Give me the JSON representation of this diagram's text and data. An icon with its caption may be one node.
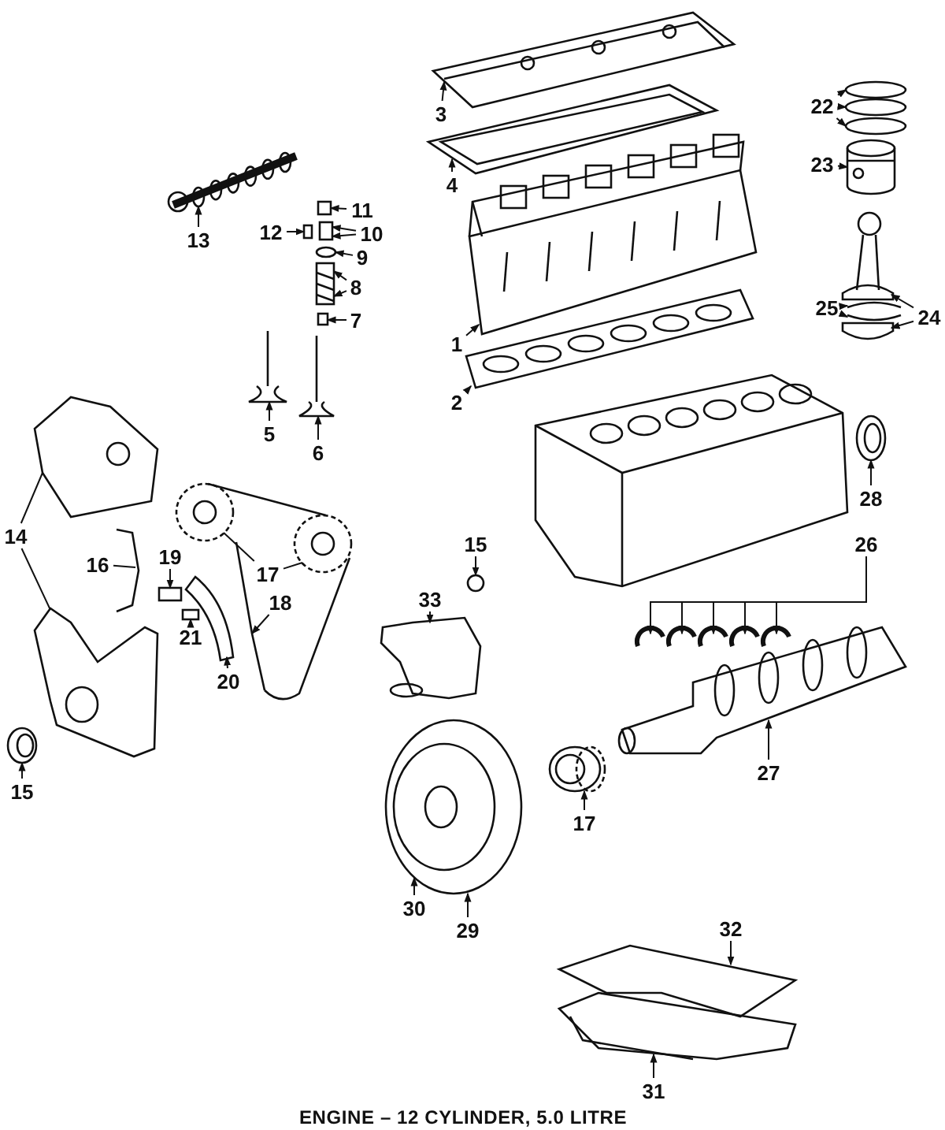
{
  "diagram": {
    "caption": "ENGINE – 12 CYLINDER, 5.0 LITRE",
    "nodes": [
      {
        "text": [
          "3"
        ]
      },
      {
        "text": [
          "22"
        ]
      },
      {
        "text": [
          "4"
        ]
      },
      {
        "text": [
          "23"
        ]
      },
      {
        "text": [
          "11"
        ]
      },
      {
        "text": [
          "12"
        ]
      },
      {
        "text": [
          "10"
        ]
      },
      {
        "text": [
          "13"
        ]
      },
      {
        "text": [
          "9"
        ]
      },
      {
        "text": [
          "8"
        ]
      },
      {
        "text": [
          "25"
        ]
      },
      {
        "text": [
          "24"
        ]
      },
      {
        "text": [
          "7"
        ]
      },
      {
        "text": [
          "1"
        ]
      },
      {
        "text": [
          "2"
        ]
      },
      {
        "text": [
          "5"
        ]
      },
      {
        "text": [
          "6"
        ]
      },
      {
        "text": [
          "28"
        ]
      },
      {
        "text": [
          "14"
        ]
      },
      {
        "text": [
          "26"
        ]
      },
      {
        "text": [
          "15"
        ]
      },
      {
        "text": [
          "19"
        ]
      },
      {
        "text": [
          "16"
        ]
      },
      {
        "text": [
          "17"
        ]
      },
      {
        "text": [
          "18"
        ]
      },
      {
        "text": [
          "33"
        ]
      },
      {
        "text": [
          "21"
        ]
      },
      {
        "text": [
          "20"
        ]
      },
      {
        "text": [
          "27"
        ]
      },
      {
        "text": [
          "15"
        ]
      },
      {
        "text": [
          "17"
        ]
      },
      {
        "text": [
          "30"
        ]
      },
      {
        "text": [
          "29"
        ]
      },
      {
        "text": [
          "32"
        ]
      },
      {
        "text": [
          "31"
        ]
      },
      {
        "text": [],
        "shape": "picture"
      },
      {
        "text": [],
        "shape": "picture"
      },
      {
        "text": [],
        "shape": "picture"
      },
      {
        "text": [],
        "shape": "picture"
      },
      {
        "text": [],
        "shape": "box"
      },
      {
        "text": [],
        "shape": "box"
      },
      {
        "text": [],
        "shape": "box"
      },
      {
        "text": [],
        "shape": "picture"
      },
      {
        "text": [],
        "shape": "circle"
      },
      {
        "text": [],
        "shape": "picture"
      },
      {
        "text": [],
        "shape": "picture"
      },
      {
        "text": [],
        "shape": "picture"
      },
      {
        "text": [],
        "shape": "box"
      },
      {
        "text": [],
        "shape": "picture"
      },
      {
        "text": [],
        "shape": "picture"
      },
      {
        "text": [],
        "shape": "picture"
      },
      {
        "text": [],
        "shape": "picture"
      },
      {
        "text": [],
        "shape": "picture"
      },
      {
        "text": [],
        "shape": "picture"
      },
      {
        "text": [],
        "shape": "picture"
      },
      {
        "text": [],
        "shape": "picture"
      },
      {
        "text": [],
        "shape": "picture"
      },
      {
        "text": [],
        "shape": "circle"
      },
      {
        "text": [],
        "shape": "box"
      },
      {
        "text": [],
        "shape": "picture"
      },
      {
        "text": [],
        "shape": "picture"
      },
      {
        "text": [],
        "shape": "picture"
      },
      {
        "text": [],
        "shape": "picture"
      },
      {
        "text": [],
        "shape": "picture"
      },
      {
        "text": [],
        "shape": "box"
      },
      {
        "text": [],
        "shape": "picture"
      },
      {
        "text": [],
        "shape": "picture"
      },
      {
        "text": [],
        "shape": "picture"
      },
      {
        "text": [],
        "shape": "picture"
      },
      {
        "text": [],
        "shape": "picture"
      },
      {
        "text": [],
        "shape": "picture"
      },
      {
        "text": [],
        "shape": "picture"
      }
    ],
    "edges": [
      {
        "from": 0,
        "to": 35,
        "arrow": "to"
      },
      {
        "from": 1,
        "to": 37,
        "arrow": "to"
      },
      {
        "from": 1,
        "to": 37,
        "arrow": "to"
      },
      {
        "from": 1,
        "to": 37,
        "arrow": "to"
      },
      {
        "from": 2,
        "to": 36,
        "arrow": "to"
      },
      {
        "from": 3,
        "to": 38,
        "arrow": "to"
      },
      {
        "from": 4,
        "to": 39,
        "arrow": "to"
      },
      {
        "from": 5,
        "to": 40,
        "arrow": "to"
      },
      {
        "from": 6,
        "to": 41,
        "arrow": "to"
      },
      {
        "from": 6,
        "to": 41,
        "arrow": "to"
      },
      {
        "from": 7,
        "to": 42,
        "arrow": "to"
      },
      {
        "from": 8,
        "to": 43,
        "arrow": "to"
      },
      {
        "from": 9,
        "to": 44,
        "arrow": "to"
      },
      {
        "from": 9,
        "to": 44,
        "arrow": "to"
      },
      {
        "from": 10,
        "to": 46,
        "arrow": "to"
      },
      {
        "from": 10,
        "to": 46,
        "arrow": "to"
      },
      {
        "from": 11,
        "to": 45,
        "arrow": "to"
      },
      {
        "from": 11,
        "to": 45,
        "arrow": "to"
      },
      {
        "from": 12,
        "to": 47,
        "arrow": "to"
      },
      {
        "from": 13,
        "to": 48,
        "arrow": "to"
      },
      {
        "from": 14,
        "to": 49,
        "arrow": "to"
      },
      {
        "from": 15,
        "to": 50,
        "arrow": "to"
      },
      {
        "from": 16,
        "to": 51,
        "arrow": "to"
      },
      {
        "from": 17,
        "to": 52,
        "arrow": "to"
      },
      {
        "from": 18,
        "to": 53,
        "arrow": "none"
      },
      {
        "from": 18,
        "to": 54,
        "arrow": "none"
      },
      {
        "from": 19,
        "to": 56,
        "arrow": "to"
      },
      {
        "from": 19,
        "to": 56,
        "arrow": "to"
      },
      {
        "from": 19,
        "to": 56,
        "arrow": "to"
      },
      {
        "from": 19,
        "to": 56,
        "arrow": "to"
      },
      {
        "from": 19,
        "to": 56,
        "arrow": "to"
      },
      {
        "from": 20,
        "to": 57,
        "arrow": "to"
      },
      {
        "from": 21,
        "to": 58,
        "arrow": "to"
      },
      {
        "from": 22,
        "to": 55,
        "arrow": "none"
      },
      {
        "from": 23,
        "to": 59,
        "arrow": "none"
      },
      {
        "from": 23,
        "to": 60,
        "arrow": "none"
      },
      {
        "from": 24,
        "to": 62,
        "arrow": "to"
      },
      {
        "from": 25,
        "to": 63,
        "arrow": "to"
      },
      {
        "from": 26,
        "to": 64,
        "arrow": "to"
      },
      {
        "from": 27,
        "to": 61,
        "arrow": "to"
      },
      {
        "from": 28,
        "to": 65,
        "arrow": "to"
      },
      {
        "from": 29,
        "to": 66,
        "arrow": "to"
      },
      {
        "from": 30,
        "to": 67,
        "arrow": "to"
      },
      {
        "from": 31,
        "to": 68,
        "arrow": "to"
      },
      {
        "from": 32,
        "to": 68,
        "arrow": "to"
      },
      {
        "from": 33,
        "to": 69,
        "arrow": "to"
      },
      {
        "from": 34,
        "to": 70,
        "arrow": "to"
      }
    ]
  }
}
